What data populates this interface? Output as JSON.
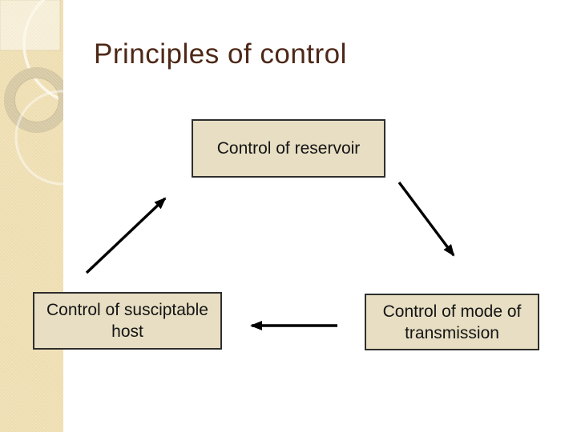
{
  "slide": {
    "title": "Principles of control"
  },
  "colors": {
    "background": "#FFFFFF",
    "title_text": "#4D2817",
    "band": "#EFDFB3",
    "band_corner_rect": "rgba(255,255,255,0.5)",
    "circle_outline": "#FCF8EA",
    "circle_outline_faint": "rgba(255,255,255,0.5)",
    "ring": "#D5C8A4",
    "ring_edge": "rgba(160,145,105,0.35)",
    "box_fill": "#E7DEC3",
    "box_border": "#2E2E2E",
    "box_text": "#141414",
    "arrow": "#000000"
  },
  "diagram": {
    "nodes": [
      {
        "id": "reservoir",
        "label": "Control of reservoir",
        "lines": [
          "Control of reservoir"
        ]
      },
      {
        "id": "susceptible-host",
        "label": "Control of susciptable host",
        "lines": [
          "Control of susciptable",
          "host"
        ]
      },
      {
        "id": "mode-of-transmission",
        "label": "Control of mode of transmission",
        "lines": [
          "Control of mode of",
          "transmission"
        ]
      }
    ],
    "edges": [
      {
        "from": "susceptible-host",
        "to": "reservoir"
      },
      {
        "from": "reservoir",
        "to": "mode-of-transmission"
      },
      {
        "from": "mode-of-transmission",
        "to": "susceptible-host"
      }
    ]
  }
}
